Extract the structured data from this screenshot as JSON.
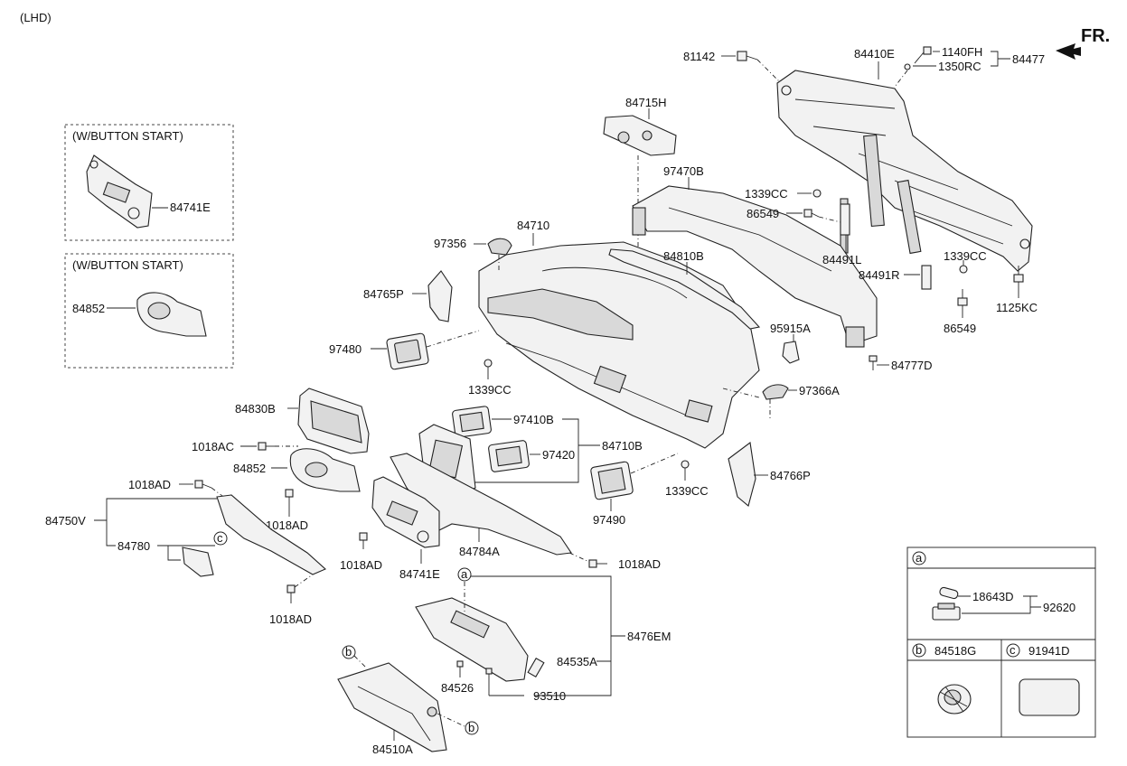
{
  "header": {
    "variant": "(LHD)",
    "direction": "FR."
  },
  "options": [
    {
      "title": "(W/BUTTON START)",
      "part": "84741E"
    },
    {
      "title": "(W/BUTTON START)",
      "part": "84852"
    }
  ],
  "labels": {
    "p81142": "81142",
    "p84410E": "84410E",
    "p1140FH": "1140FH",
    "p1350RC": "1350RC",
    "p84477": "84477",
    "p84715H": "84715H",
    "p97470B": "97470B",
    "p1339CC_a": "1339CC",
    "p86549_a": "86549",
    "p84710": "84710",
    "p97356": "97356",
    "p84810B": "84810B",
    "p84491L": "84491L",
    "p84491R": "84491R",
    "p1339CC_b": "1339CC",
    "p1125KC": "1125KC",
    "p86549_b": "86549",
    "p84765P": "84765P",
    "p95915A": "95915A",
    "p97480": "97480",
    "p1339CC_c": "1339CC",
    "p84777D": "84777D",
    "p97366A": "97366A",
    "p84830B": "84830B",
    "p97410B": "97410B",
    "p1018AC": "1018AC",
    "p97420": "97420",
    "p84710B": "84710B",
    "p84852": "84852",
    "p84766P": "84766P",
    "p1339CC_d": "1339CC",
    "p1018AD_a": "1018AD",
    "p1018AD_b": "1018AD",
    "p97490": "97490",
    "p84750V": "84750V",
    "p84780": "84780",
    "p84784A": "84784A",
    "p1018AD_c": "1018AD",
    "p84741E": "84741E",
    "p1018AD_d": "1018AD",
    "p1018AD_e": "1018AD",
    "p8476EM": "8476EM",
    "p84535A": "84535A",
    "p84526": "84526",
    "p93510": "93510",
    "p84510A": "84510A"
  },
  "callouts": {
    "a": "a",
    "b": "b",
    "c": "c"
  },
  "legend": {
    "a": {
      "letter": "a",
      "parts": [
        "18643D",
        "92620"
      ]
    },
    "b": {
      "letter": "b",
      "part": "84518G"
    },
    "c": {
      "letter": "c",
      "part": "91941D"
    }
  }
}
